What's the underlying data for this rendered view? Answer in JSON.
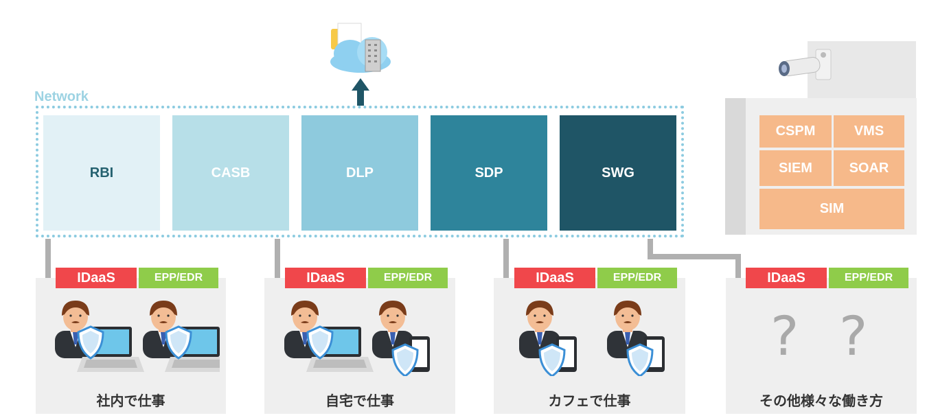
{
  "network": {
    "label": "Network"
  },
  "tiles": [
    {
      "label": "RBI",
      "bg": "#e2f1f6",
      "fg": "#24616f"
    },
    {
      "label": "CASB",
      "bg": "#b7dfe8",
      "fg": "#ffffff"
    },
    {
      "label": "DLP",
      "bg": "#8ecadd",
      "fg": "#ffffff"
    },
    {
      "label": "SDP",
      "bg": "#2e849b",
      "fg": "#ffffff"
    },
    {
      "label": "SWG",
      "bg": "#1f5566",
      "fg": "#ffffff"
    }
  ],
  "soc": {
    "cells": [
      "CSPM",
      "VMS",
      "SIEM",
      "SOAR",
      "SIM"
    ]
  },
  "workplaces": [
    {
      "idaas": "IDaaS",
      "epp": "EPP/EDR",
      "caption": "社内で仕事"
    },
    {
      "idaas": "IDaaS",
      "epp": "EPP/EDR",
      "caption": "自宅で仕事"
    },
    {
      "idaas": "IDaaS",
      "epp": "EPP/EDR",
      "caption": "カフェで仕事"
    },
    {
      "idaas": "IDaaS",
      "epp": "EPP/EDR",
      "caption": "その他様々な働き方",
      "unknown": [
        "?",
        "?"
      ]
    }
  ],
  "colors": {
    "idaas": "#f0474b",
    "epp": "#8fcc4a",
    "soc_cell": "#f6b98a",
    "arrow": "#1f5566"
  }
}
